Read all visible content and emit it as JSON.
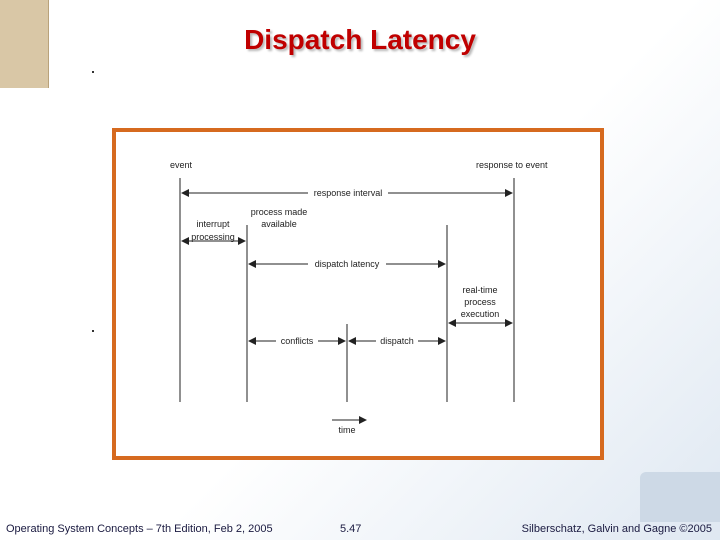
{
  "slide": {
    "title": "Dispatch Latency"
  },
  "diagram": {
    "event": "event",
    "response_to_event": "response to event",
    "response_interval": "response interval",
    "interrupt_processing": [
      "interrupt",
      "processing"
    ],
    "process_made_available": [
      "process made",
      "available"
    ],
    "dispatch_latency": "dispatch latency",
    "realtime_process_execution": [
      "real-time",
      "process",
      "execution"
    ],
    "conflicts": "conflicts",
    "dispatch": "dispatch",
    "time": "time"
  },
  "footer": {
    "left": "Operating System Concepts – 7th Edition, Feb 2, 2005",
    "center": "5.47",
    "right": "Silberschatz, Galvin and Gagne ©2005"
  },
  "colors": {
    "title": "#c00000",
    "frame": "#d66a1f"
  }
}
